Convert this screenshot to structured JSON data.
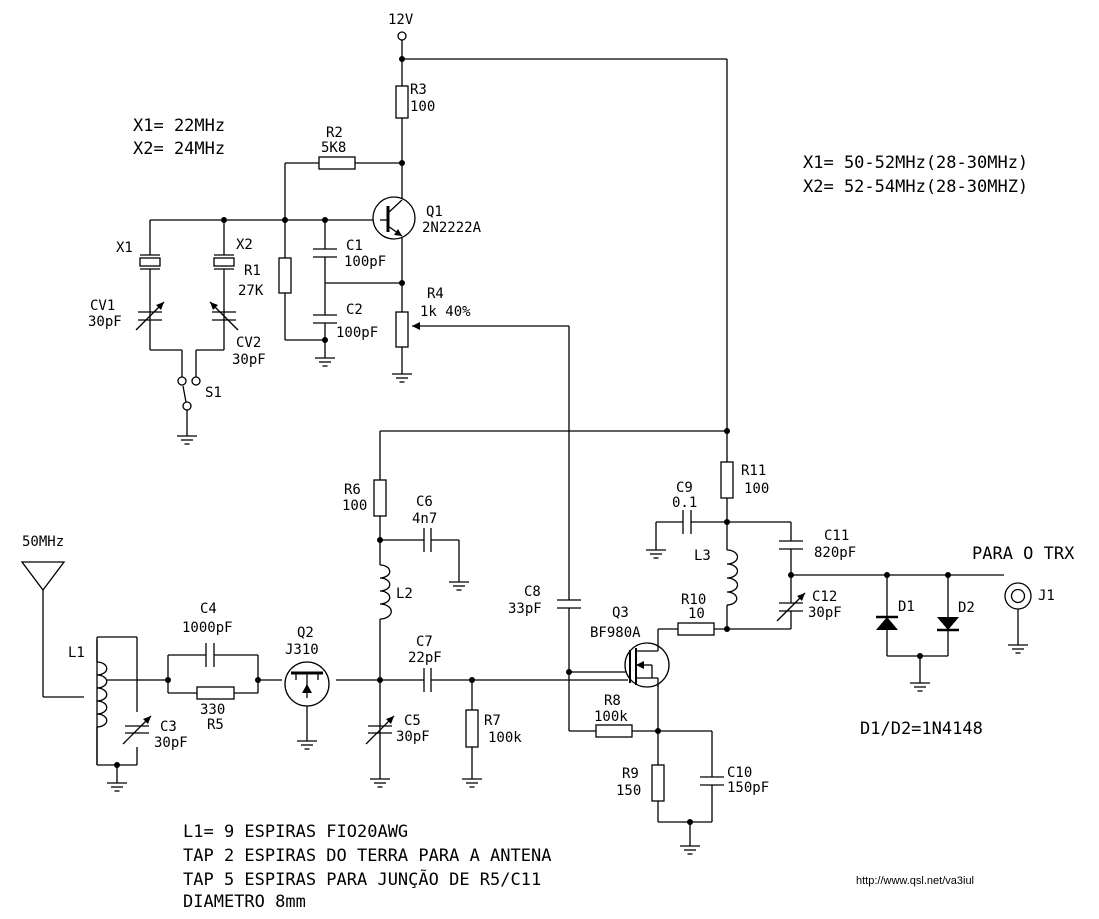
{
  "supply": "12V",
  "notes": {
    "osc_line1": "X1= 22MHz",
    "osc_line2": "X2= 24MHz",
    "mix_line1": "X1= 50-52MHz(28-30MHz)",
    "mix_line2": "X2= 52-54MHz(28-30MHZ)",
    "output": "PARA O TRX",
    "diodes": "D1/D2=1N4148",
    "coil_1": "L1= 9 ESPIRAS FIO20AWG",
    "coil_2": "TAP 2 ESPIRAS DO TERRA PARA A ANTENA",
    "coil_3": "TAP 5 ESPIRAS PARA JUNÇÃO DE R5/C11",
    "coil_4": "DIAMETRO 8mm",
    "url": "http://www.qsl.net/va3iul"
  },
  "antenna": "50MHz",
  "parts": {
    "R1": {
      "ref": "R1",
      "value": "27K"
    },
    "R2": {
      "ref": "R2",
      "value": "5K8"
    },
    "R3": {
      "ref": "R3",
      "value": "100"
    },
    "R4": {
      "ref": "R4",
      "value": "1k 40%"
    },
    "R5": {
      "ref": "R5",
      "value": "330"
    },
    "R6": {
      "ref": "R6",
      "value": "100"
    },
    "R7": {
      "ref": "R7",
      "value": "100k"
    },
    "R8": {
      "ref": "R8",
      "value": "100k"
    },
    "R9": {
      "ref": "R9",
      "value": "150"
    },
    "R10": {
      "ref": "R10",
      "value": "10"
    },
    "R11": {
      "ref": "R11",
      "value": "100"
    },
    "C1": {
      "ref": "C1",
      "value": "100pF"
    },
    "C2": {
      "ref": "C2",
      "value": "100pF"
    },
    "C3": {
      "ref": "C3",
      "value": "30pF"
    },
    "C4": {
      "ref": "C4",
      "value": "1000pF"
    },
    "C5": {
      "ref": "C5",
      "value": "30pF"
    },
    "C6": {
      "ref": "C6",
      "value": "4n7"
    },
    "C7": {
      "ref": "C7",
      "value": "22pF"
    },
    "C8": {
      "ref": "C8",
      "value": "33pF"
    },
    "C9": {
      "ref": "C9",
      "value": "0.1"
    },
    "C10": {
      "ref": "C10",
      "value": "150pF"
    },
    "C11": {
      "ref": "C11",
      "value": "820pF"
    },
    "C12": {
      "ref": "C12",
      "value": "30pF"
    },
    "CV1": {
      "ref": "CV1",
      "value": "30pF"
    },
    "CV2": {
      "ref": "CV2",
      "value": "30pF"
    },
    "Q1": {
      "ref": "Q1",
      "value": "2N2222A"
    },
    "Q2": {
      "ref": "Q2",
      "value": "J310"
    },
    "Q3": {
      "ref": "Q3",
      "value": "BF980A"
    },
    "X1": {
      "ref": "X1"
    },
    "X2": {
      "ref": "X2"
    },
    "S1": {
      "ref": "S1"
    },
    "L1": {
      "ref": "L1"
    },
    "L2": {
      "ref": "L2"
    },
    "L3": {
      "ref": "L3"
    },
    "D1": {
      "ref": "D1"
    },
    "D2": {
      "ref": "D2"
    },
    "J1": {
      "ref": "J1"
    }
  }
}
